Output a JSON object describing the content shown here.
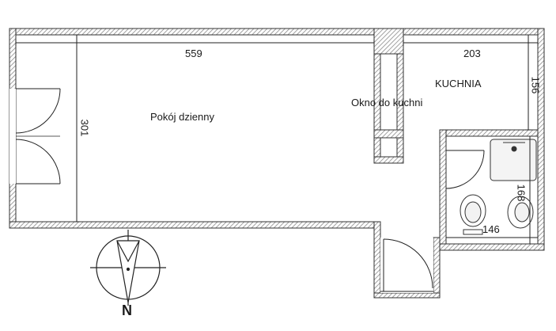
{
  "rooms": {
    "living": "Pokój dzienny",
    "kitchen": "KUCHNIA",
    "window": "Okno do kuchni"
  },
  "dimensions": {
    "living_width": "559",
    "living_height": "301",
    "kitchen_width": "203",
    "kitchen_height": "156",
    "bath_width": "146",
    "bath_height": "168"
  },
  "compass": {
    "north": "N"
  },
  "colors": {
    "wall": "#444444",
    "hatch": "#9a9a9a",
    "line": "#222222"
  }
}
